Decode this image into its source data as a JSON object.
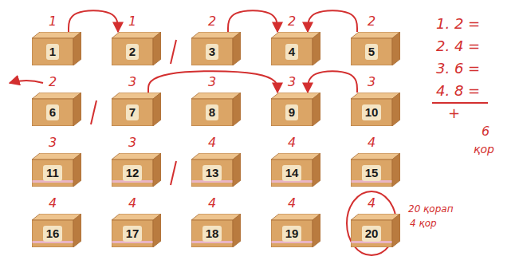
{
  "diagram": {
    "nodes": [
      {
        "text": [
          "1"
        ]
      },
      {
        "text": [
          "2"
        ]
      },
      {
        "text": [
          "3"
        ]
      },
      {
        "text": [
          "4"
        ]
      },
      {
        "text": [
          "5"
        ]
      },
      {
        "text": [
          "6"
        ]
      },
      {
        "text": [
          "7"
        ]
      },
      {
        "text": [
          "8"
        ]
      },
      {
        "text": [
          "9"
        ]
      },
      {
        "text": [
          "10"
        ]
      },
      {
        "text": [
          "11"
        ]
      },
      {
        "text": [
          "12"
        ]
      },
      {
        "text": [
          "13"
        ]
      },
      {
        "text": [
          "14"
        ]
      },
      {
        "text": [
          "15"
        ]
      },
      {
        "text": [
          "16"
        ]
      },
      {
        "text": [
          "17"
        ]
      },
      {
        "text": [
          "18"
        ]
      },
      {
        "text": [
          "19"
        ]
      },
      {
        "text": [
          "20"
        ]
      }
    ],
    "edges": [
      {
        "from": 0,
        "to": 1,
        "arrow": "to"
      },
      {
        "from": 2,
        "to": 3,
        "arrow": "to"
      },
      {
        "from": 4,
        "to": 3,
        "arrow": "to"
      },
      {
        "from": 6,
        "to": 8,
        "arrow": "to"
      },
      {
        "from": 9,
        "to": 8,
        "arrow": "to"
      }
    ],
    "labels": [
      "1",
      "1",
      "2",
      "2",
      "2",
      "2",
      "3",
      "3",
      "3",
      "3",
      "3",
      "3",
      "4",
      "4",
      "4",
      "4",
      "4",
      "4",
      "4",
      "4",
      "1. 2 =",
      "2. 4 =",
      "3. 6 =",
      "4. 8 =",
      "+",
      "20 қорап",
      "4 қор",
      "6",
      "қор"
    ]
  }
}
